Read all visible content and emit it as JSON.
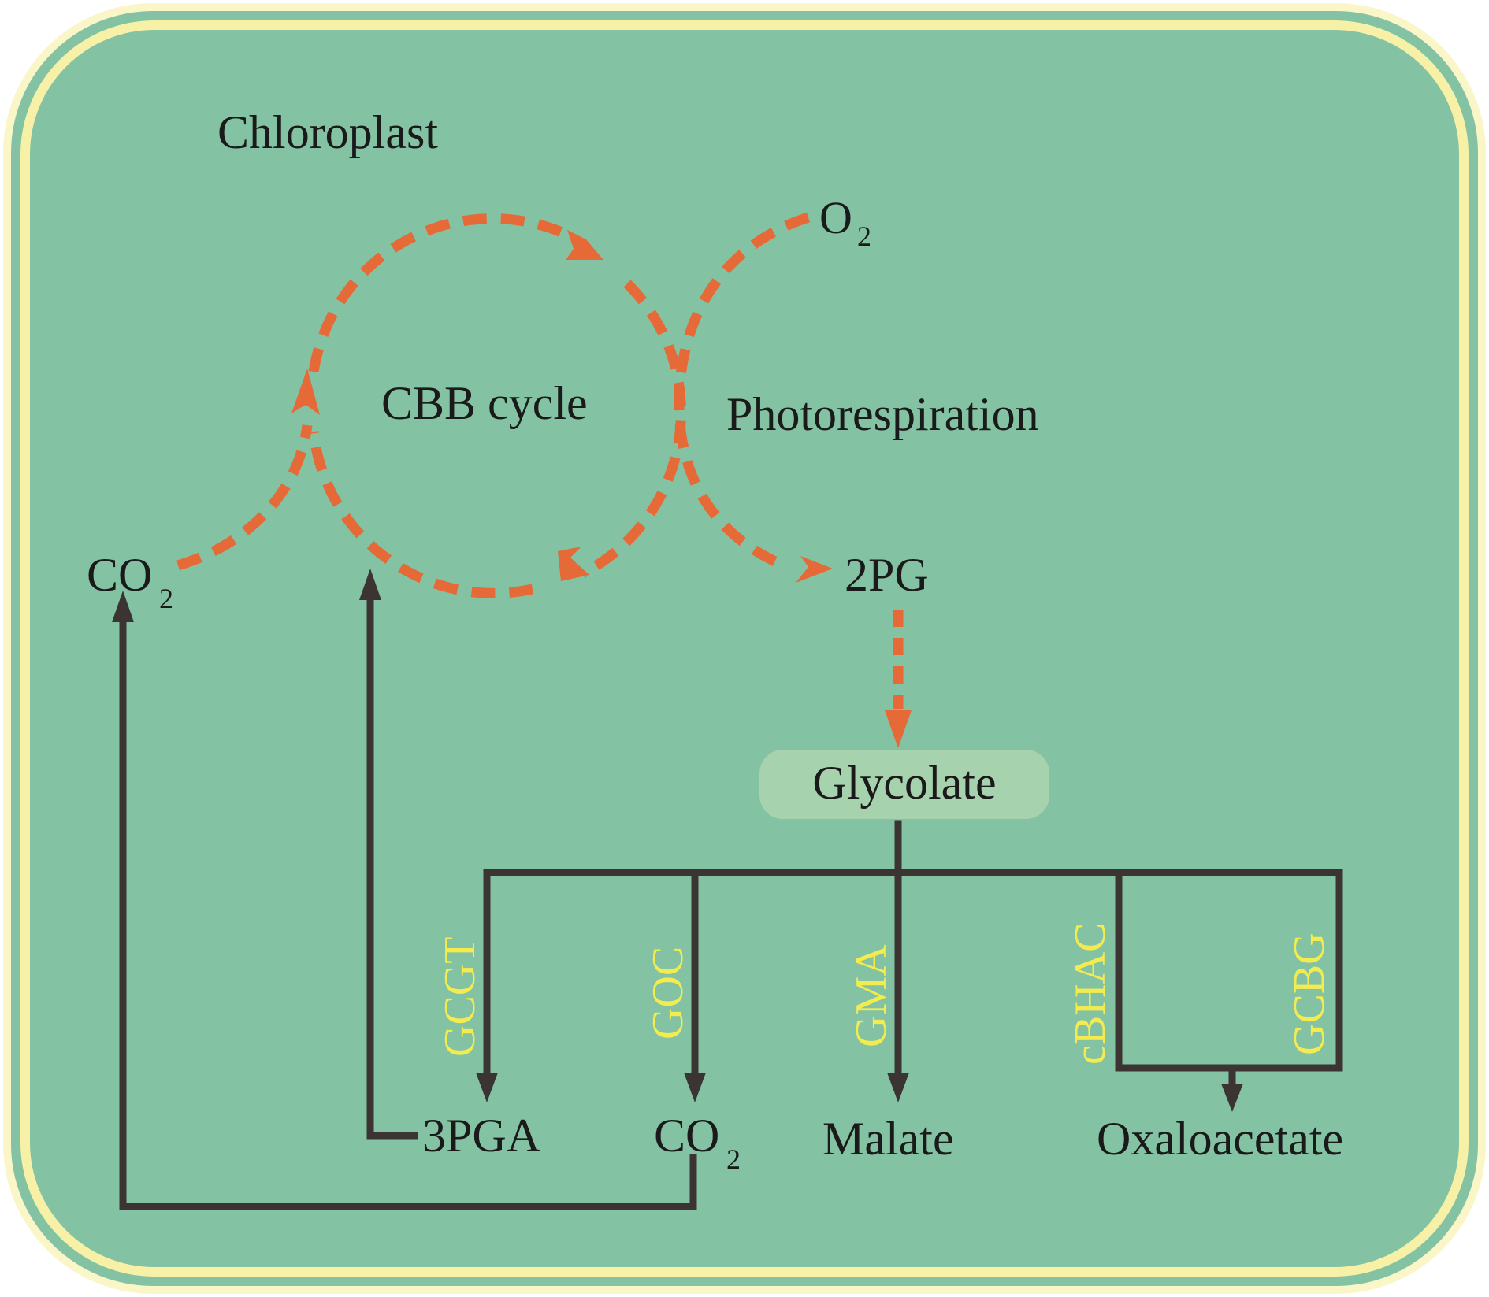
{
  "colors": {
    "background_fill": "#83c3a3",
    "outer_ring_pale": "#faf6c8",
    "inner_ring_yellow": "#f7f1a8",
    "dashed_pathway": "#e56a38",
    "solid_pathway": "#3b3432",
    "enzyme_label": "#f4ec4f",
    "glycolate_box": "#a6d3ad",
    "text": "#1a1a1a"
  },
  "compartment": {
    "label": "Chloroplast"
  },
  "cycles": {
    "cbb": {
      "label": "CBB cycle"
    },
    "photorespiration": {
      "label": "Photorespiration"
    }
  },
  "metabolites": {
    "o2": {
      "main": "O",
      "sub": "2"
    },
    "co2_left": {
      "main": "CO",
      "sub": "2"
    },
    "pg2": {
      "label": "2PG"
    },
    "glycolate": {
      "label": "Glycolate"
    },
    "pga3": {
      "label": "3PGA"
    },
    "co2_bottom": {
      "main": "CO",
      "sub": "2"
    },
    "malate": {
      "label": "Malate"
    },
    "oxaloacetate": {
      "label": "Oxaloacetate"
    }
  },
  "enzymes": {
    "gcgt": "GCGT",
    "goc": "GOC",
    "gma": "GMA",
    "cbhac": "cBHAC",
    "gcbg": "GCBG"
  },
  "edges": [
    {
      "from": "CO2",
      "to": "CBB cycle",
      "style": "dashed"
    },
    {
      "from": "O2",
      "to": "Photorespiration",
      "style": "dashed"
    },
    {
      "from": "Photorespiration",
      "to": "2PG",
      "style": "dashed"
    },
    {
      "from": "2PG",
      "to": "Glycolate",
      "style": "dashed"
    },
    {
      "from": "Glycolate",
      "to": "3PGA",
      "via": "GCGT",
      "style": "solid"
    },
    {
      "from": "Glycolate",
      "to": "CO2",
      "via": "GOC",
      "style": "solid"
    },
    {
      "from": "Glycolate",
      "to": "Malate",
      "via": "GMA",
      "style": "solid"
    },
    {
      "from": "Glycolate",
      "to": "Oxaloacetate",
      "via": "cBHAC",
      "style": "solid"
    },
    {
      "from": "Glycolate",
      "to": "Oxaloacetate",
      "via": "GCBG",
      "style": "solid"
    },
    {
      "from": "3PGA",
      "to": "CBB cycle",
      "style": "solid"
    },
    {
      "from": "CO2",
      "to": "CO2 (CBB input)",
      "style": "solid"
    }
  ]
}
